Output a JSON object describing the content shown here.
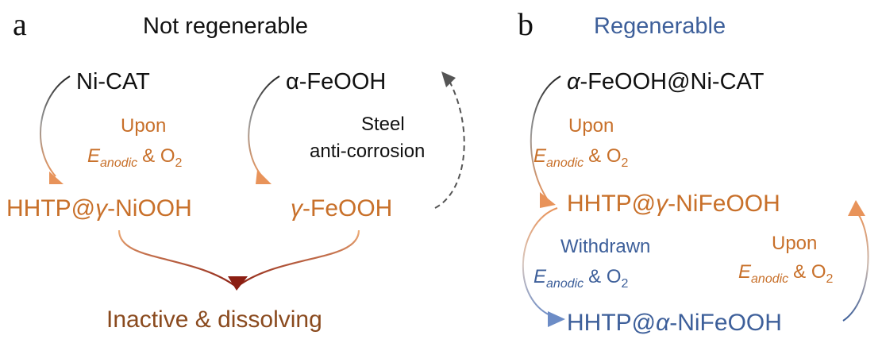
{
  "colors": {
    "black": "#111111",
    "orange": "#c8702a",
    "blue": "#3d5f9a",
    "brown": "#8a4a1e",
    "dark_red": "#8b1e12",
    "arrow_orange": "#e39a5e",
    "arrow_blue": "#6c8cc6",
    "dashed_gray": "#555555"
  },
  "panel_a": {
    "letter": "a",
    "title": "Not regenerable",
    "ni_cat": "Ni-CAT",
    "alpha_feooh": "α-FeOOH",
    "upon_label": "Upon",
    "e_symbol": "E",
    "e_subscript": "anodic",
    "and_o2_prefix": "& O",
    "o2_subscript": "2",
    "steel_line1": "Steel",
    "steel_line2": "anti-corrosion",
    "hhtp_nio_prefix": "HHTP@",
    "hhtp_nio_greek": "γ",
    "hhtp_nio_suffix": "-NiOOH",
    "gamma_feooh_greek": "γ",
    "gamma_feooh_suffix": "-FeOOH",
    "inactive": "Inactive & dissolving"
  },
  "panel_b": {
    "letter": "b",
    "title": "Regenerable",
    "alpha_nicat_greek": "α",
    "alpha_nicat_suffix": "-FeOOH@Ni-CAT",
    "upon_label": "Upon",
    "e_symbol": "E",
    "e_subscript": "anodic",
    "and_o2_prefix": "& O",
    "o2_subscript": "2",
    "hhtp_nife_prefix": "HHTP@",
    "hhtp_nife_greek": "γ",
    "hhtp_nife_suffix": "-NiFeOOH",
    "withdrawn_label": "Withdrawn",
    "upon_right_label": "Upon",
    "hhtp_alpha_prefix": "HHTP@",
    "hhtp_alpha_greek": "α",
    "hhtp_alpha_suffix": "-NiFeOOH"
  }
}
